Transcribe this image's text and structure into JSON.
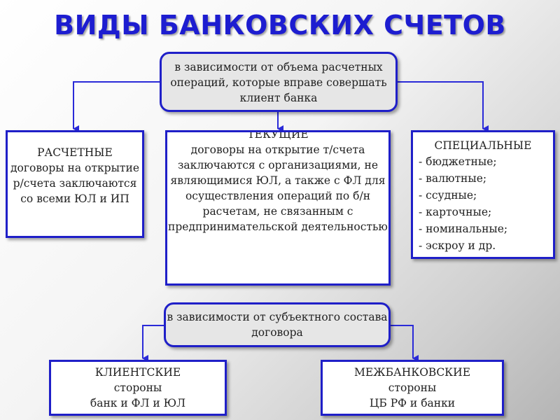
{
  "title": "ВИДЫ БАНКОВСКИХ СЧЕТОВ",
  "criteria": {
    "by_volume": "в зависимости от объема расчетных операций, которые вправе совершать клиент банка",
    "by_subject": "в зависимости от субъектного состава договора"
  },
  "accounts": {
    "settlement": {
      "title": "РАСЧЕТНЫЕ",
      "body": "договоры на открытие р/счета заключаются со всеми ЮЛ и ИП"
    },
    "current": {
      "title": "ТЕКУЩИЕ",
      "body": "договоры на открытие т/счета заключаются с организациями, не являющимися ЮЛ, а также с ФЛ для осуществления операций по б/н расчетам, не связанным с предпринимательской деятельностью"
    },
    "special": {
      "title": "СПЕЦИАЛЬНЫЕ",
      "items": [
        "- бюджетные;",
        "- валютные;",
        "- ссудные;",
        "- карточные;",
        "- номинальные;",
        "- эскроу и др."
      ]
    },
    "client": {
      "title": "КЛИЕНТСКИЕ",
      "line1": "стороны",
      "line2": "банк и ФЛ и ЮЛ"
    },
    "interbank": {
      "title": "МЕЖБАНКОВСКИЕ",
      "line1": "стороны",
      "line2": "ЦБ РФ и банки"
    }
  },
  "colors": {
    "title": "#1d1dd0",
    "border": "#1f1fc8",
    "connector": "#2a2ad8"
  }
}
